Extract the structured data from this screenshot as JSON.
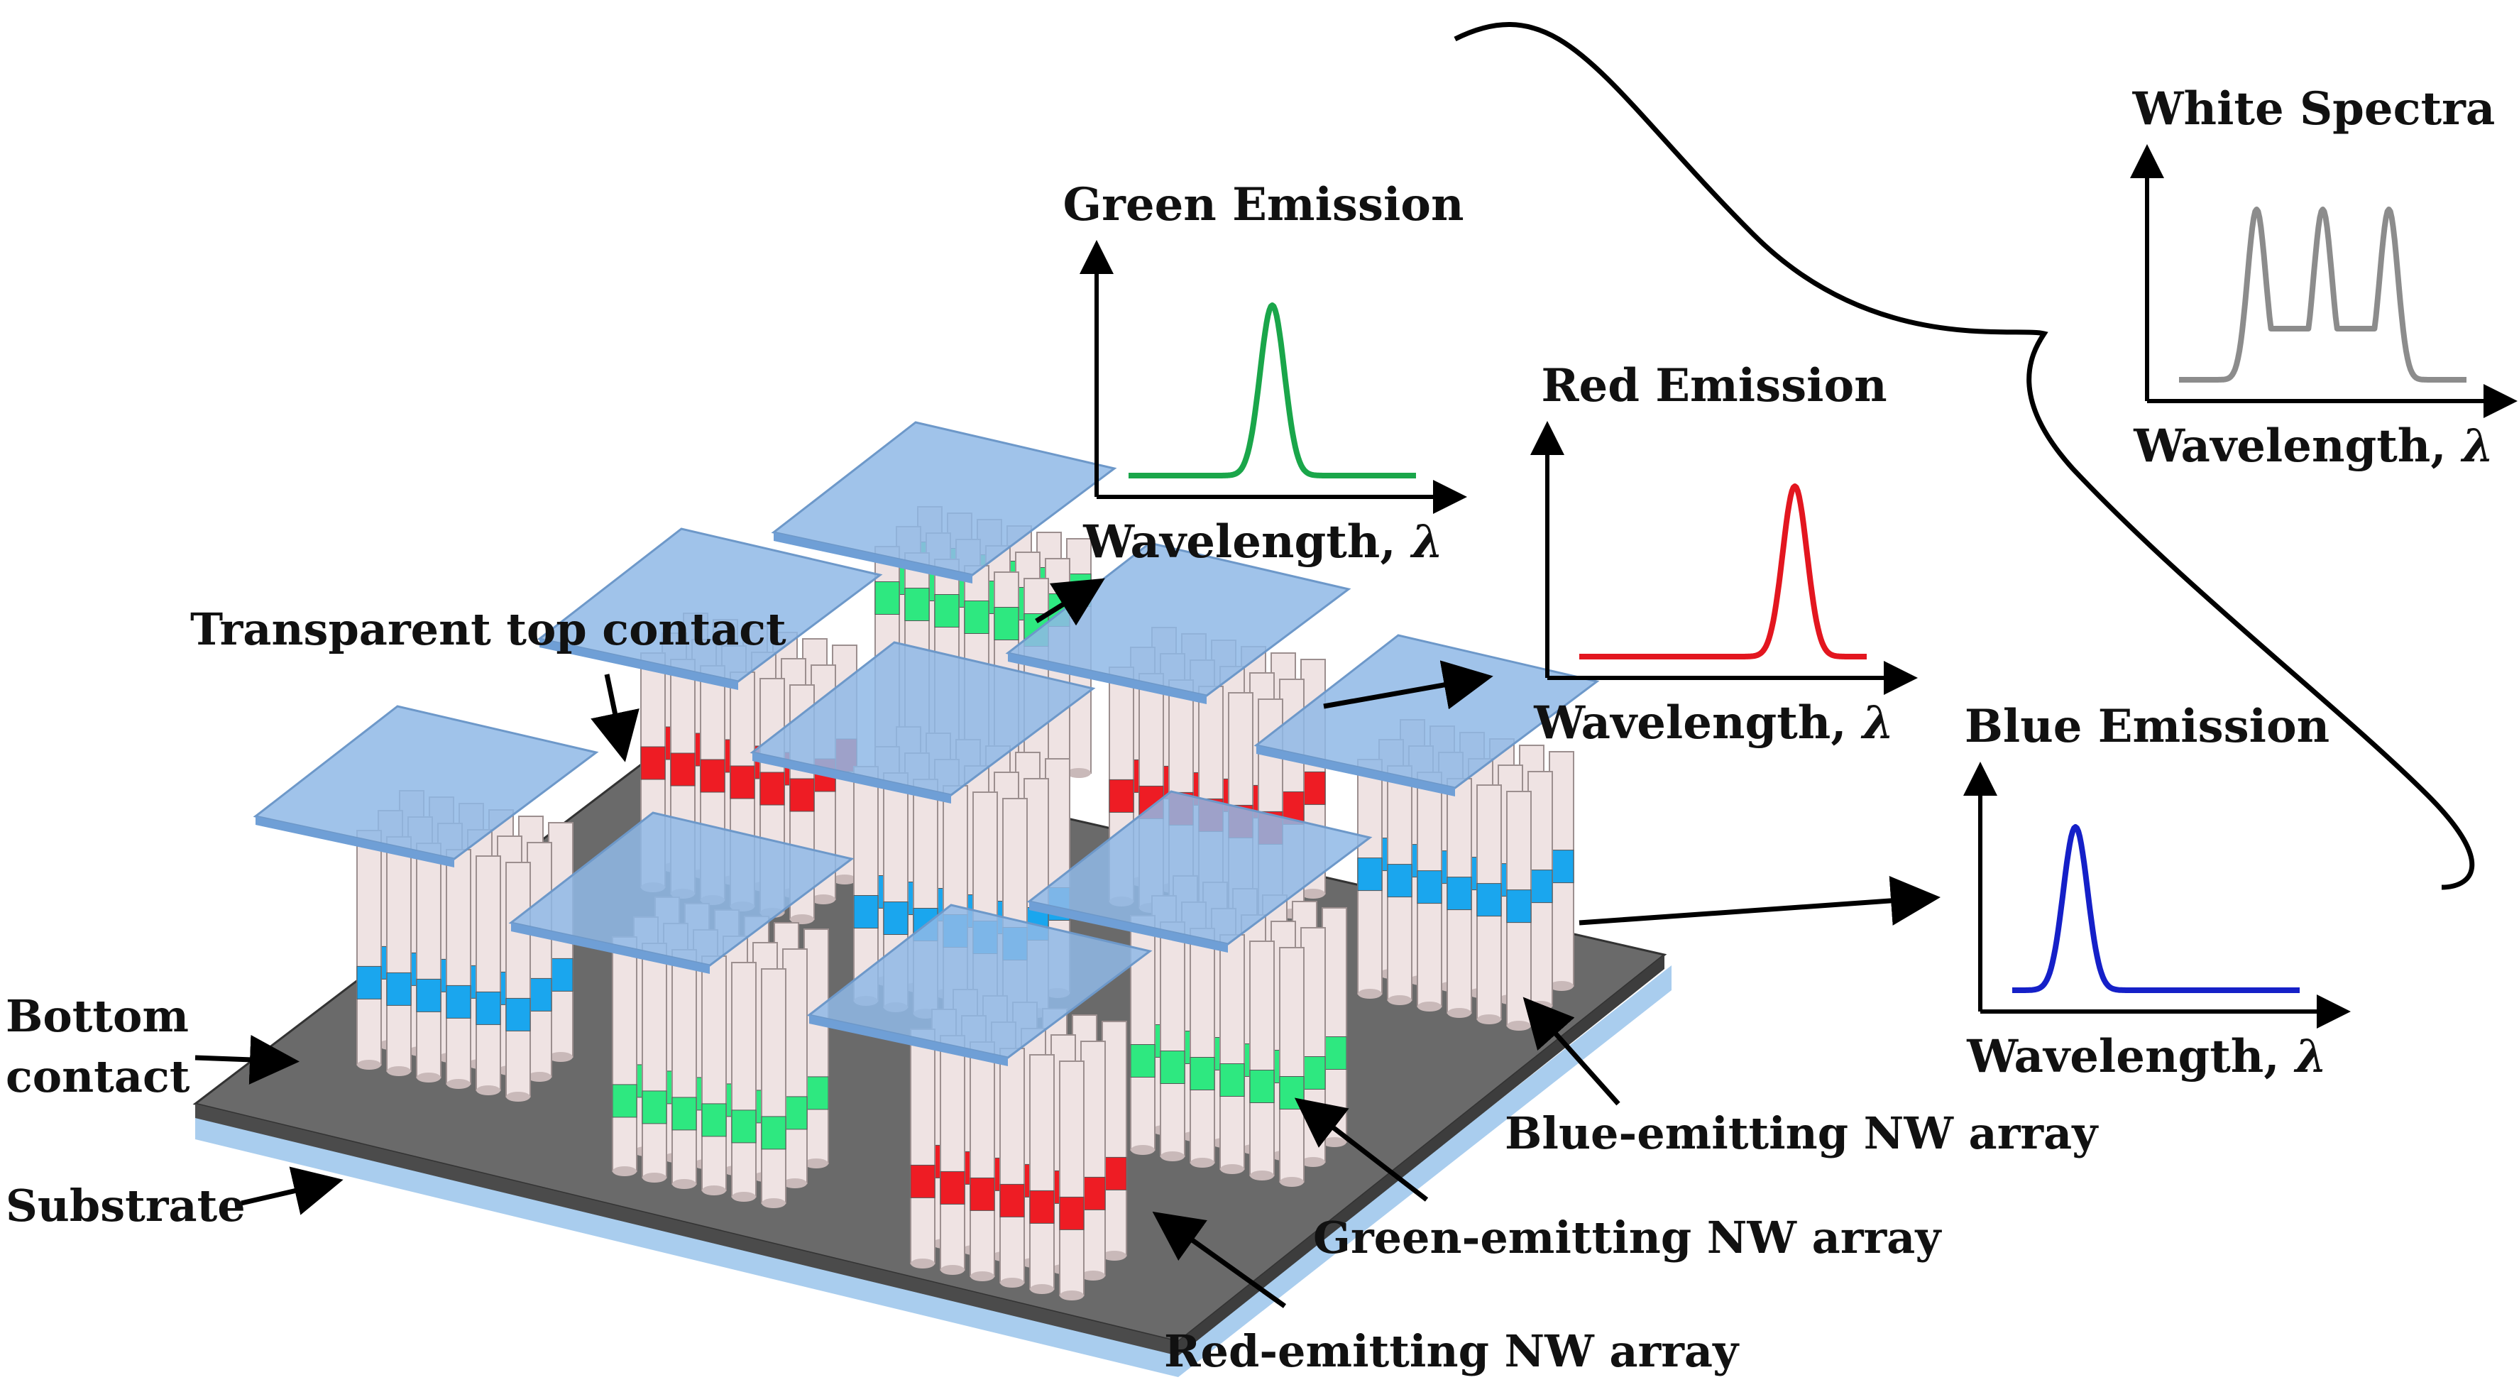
{
  "labels": {
    "top_contact": "Transparent top contact",
    "bottom_contact_line1": "Bottom",
    "bottom_contact_line2": "contact",
    "substrate": "Substrate",
    "blue_array": "Blue-emitting NW array",
    "green_array": "Green-emitting NW array",
    "red_array": "Red-emitting NW array"
  },
  "spectra": [
    {
      "id": "green",
      "title": "Green Emission",
      "xlabel": "Wavelength, ",
      "symbol": "λ",
      "color": "#1aa64a"
    },
    {
      "id": "red",
      "title": "Red Emission",
      "xlabel": "Wavelength, ",
      "symbol": "λ",
      "color": "#e3161f"
    },
    {
      "id": "blue",
      "title": "Blue Emission",
      "xlabel": "Wavelength, ",
      "symbol": "λ",
      "color": "#1520c8"
    },
    {
      "id": "white",
      "title": "White Spectra",
      "xlabel": "Wavelength, ",
      "symbol": "λ",
      "color": "#8c8c8c"
    }
  ],
  "colors": {
    "nanowire": "#efe3e3",
    "band_red": "#ee1c24",
    "band_green": "#2ee880",
    "band_blue": "#1aa6ee",
    "contact": "#8fb8e6",
    "substrate_top": "#6a6a6a",
    "substrate_base": "#a9cdee"
  }
}
